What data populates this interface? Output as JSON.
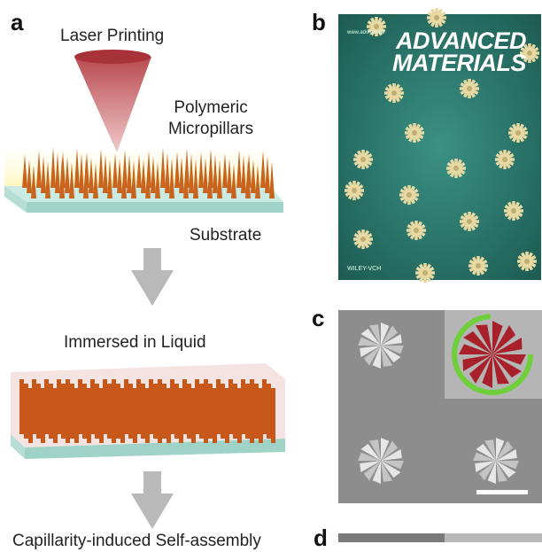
{
  "panels": {
    "a": "a",
    "b": "b",
    "c": "c",
    "d": "d"
  },
  "panel_a": {
    "laser_label": "Laser Printing",
    "pillars_label": "Polymeric\nMicropillars",
    "substrate_label": "Substrate",
    "immersed_label": "Immersed in Liquid",
    "bottom_label": "Capillarity-induced Self-assembly"
  },
  "panel_b": {
    "journal_title_line1": "ADVANCED",
    "journal_title_line2": "MATERIALS",
    "website": "www.advmat.de",
    "publisher": "WILEY-VCH",
    "cover_color": "#2e7a6f"
  },
  "colors": {
    "pillar": "#c8641e",
    "arrow": "#b9b9b9",
    "cone": "#d68a8a",
    "sem_bg": "#8a8a8a"
  }
}
